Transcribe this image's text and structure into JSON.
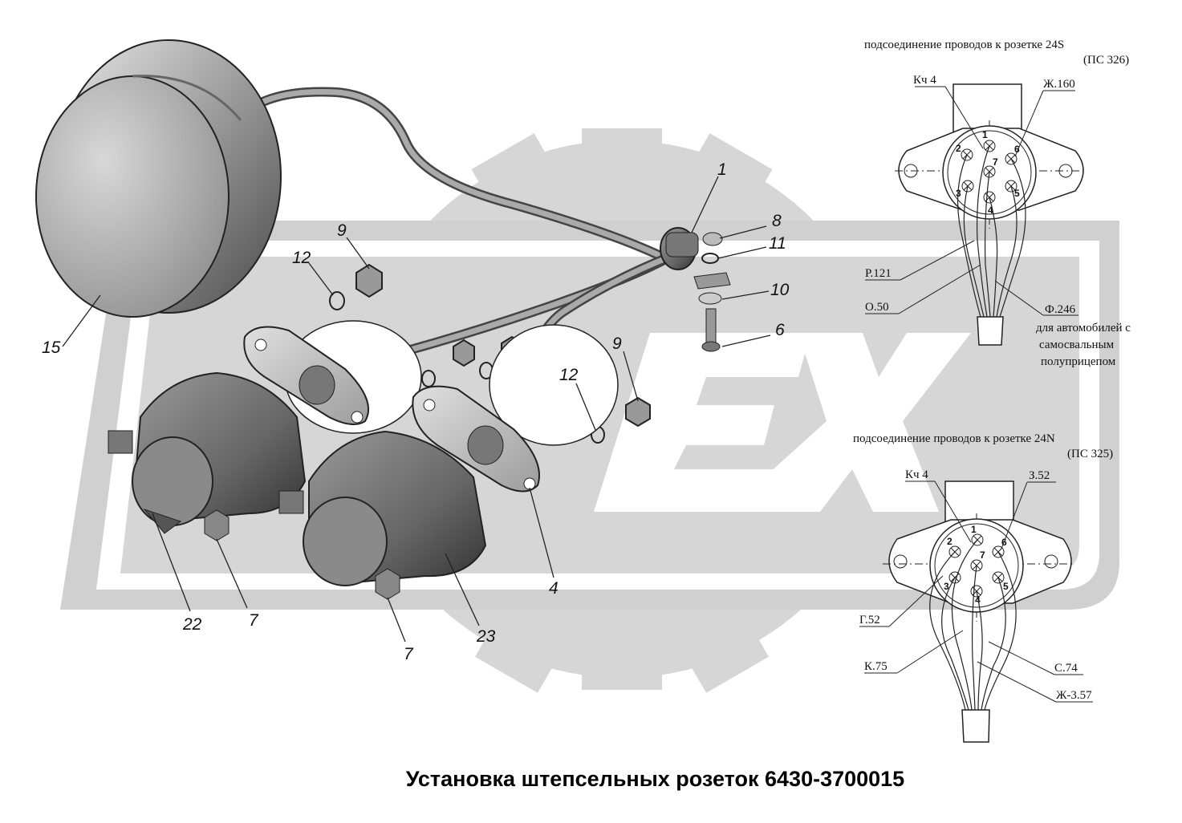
{
  "title": "Установка штепсельных розеток 6430-3700015",
  "callouts": {
    "c1": "1",
    "c8": "8",
    "c11": "11",
    "c10": "10",
    "c6": "6",
    "c9a": "9",
    "c12a": "12",
    "c15": "15",
    "c9b": "9",
    "c12b": "12",
    "c4": "4",
    "c22": "22",
    "c7a": "7",
    "c23": "23",
    "c7b": "7"
  },
  "socket_24s": {
    "caption": "подсоединение проводов к розетке 24S",
    "code": "(ПС 326)",
    "wires": {
      "top_left": "Кч 4",
      "top_right": "Ж.160",
      "r121": "Р.121",
      "o50": "О.50",
      "f246": "Ф.246"
    },
    "note_lines": [
      "для автомобилей с",
      "самосвальным",
      "полуприцепом"
    ],
    "pins": [
      "1",
      "2",
      "3",
      "4",
      "5",
      "6",
      "7"
    ]
  },
  "socket_24n": {
    "caption": "подсоединение проводов к розетке 24N",
    "code": "(ПС 325)",
    "wires": {
      "top_left": "Кч 4",
      "top_right": "З.52",
      "g52": "Г.52",
      "k75": "К.75",
      "c74": "С.74",
      "zh357": "Ж-3.57"
    },
    "pins": [
      "1",
      "2",
      "3",
      "4",
      "5",
      "6",
      "7"
    ]
  },
  "watermark": "EX"
}
